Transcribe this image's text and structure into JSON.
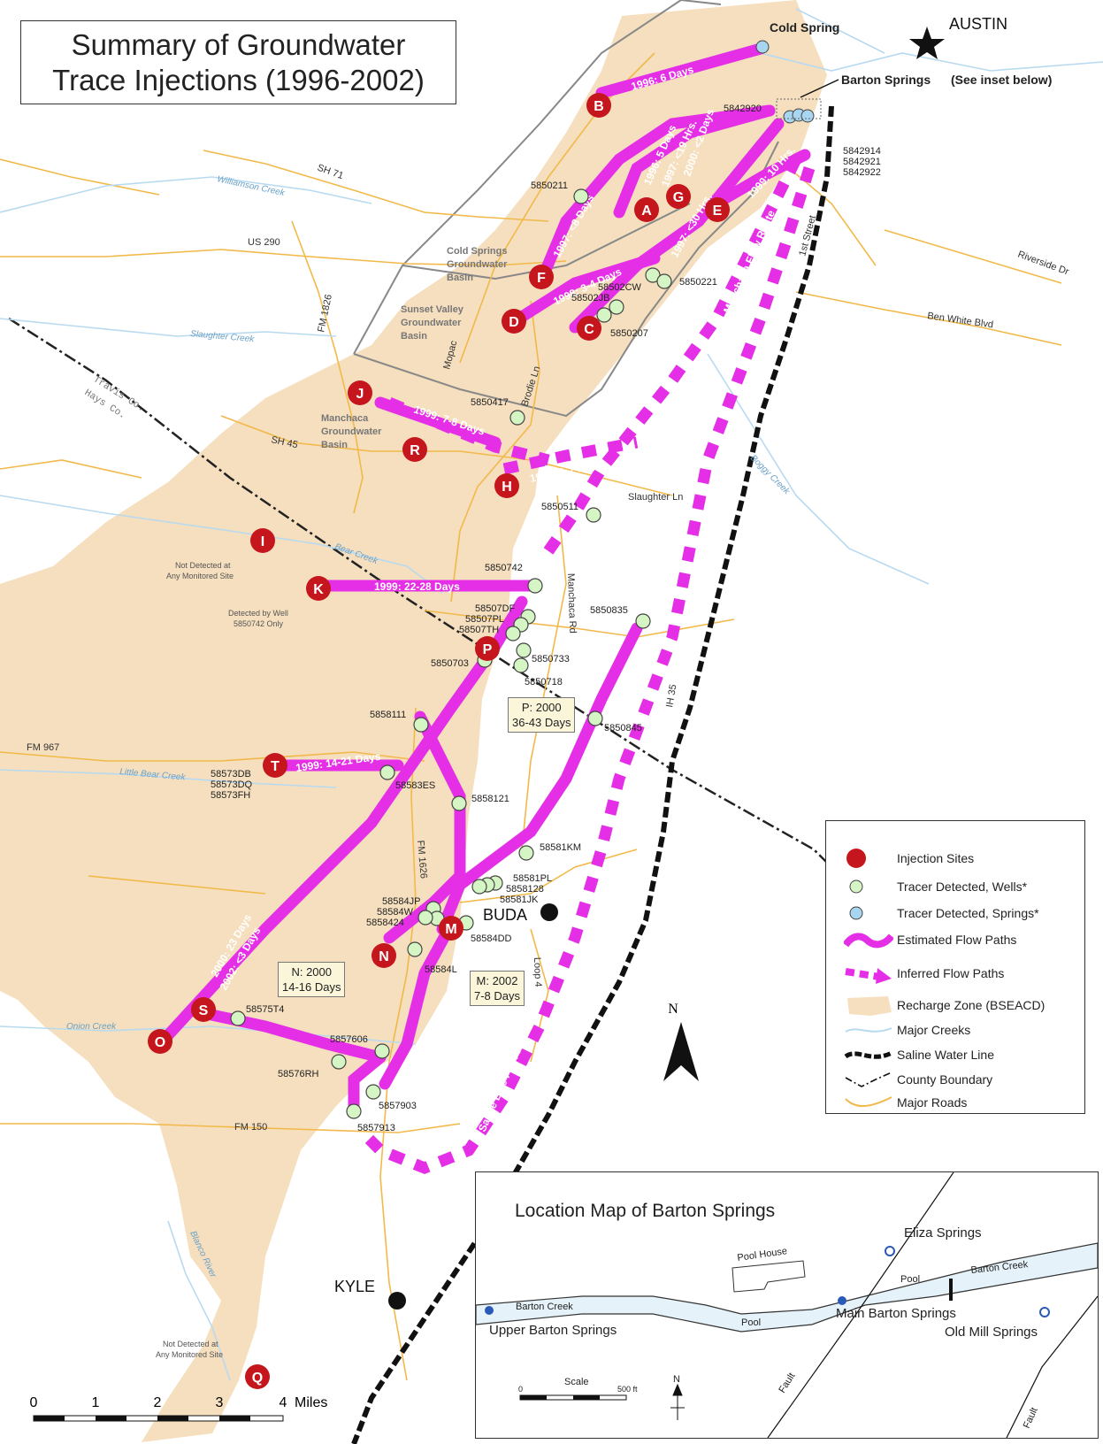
{
  "title": {
    "line1": "Summary of Groundwater",
    "line2": "Trace Injections (1996-2002)"
  },
  "places": {
    "austin": "AUSTIN",
    "cold_spring": "Cold Spring",
    "barton_springs": "Barton Springs",
    "barton_note": "(See inset below)",
    "buda": "BUDA",
    "kyle": "KYLE"
  },
  "basins": {
    "cold_springs": [
      "Cold Springs",
      "Groundwater",
      "Basin"
    ],
    "sunset_valley": [
      "Sunset Valley",
      "Groundwater",
      "Basin"
    ],
    "manchaca": [
      "Manchaca",
      "Groundwater",
      "Basin"
    ]
  },
  "roads": {
    "sh71": "SH 71",
    "us290": "US 290",
    "fm1826": "FM 1826",
    "mopac": "Mopac",
    "brodie": "Brodie Ln",
    "sh45": "SH 45",
    "slaughter": "Slaughter Ln",
    "manchaca_rd": "Manchaca Rd",
    "ih35": "IH 35",
    "first_st": "1st Street",
    "riverside": "Riverside Dr",
    "ben_white": "Ben White Blvd",
    "fm967": "FM 967",
    "fm1626": "FM 1626",
    "loop4": "Loop 4",
    "fm150": "FM 150"
  },
  "creeks": {
    "williamson": "Williamson Creek",
    "slaughter": "Slaughter Creek",
    "bear": "Bear Creek",
    "little_bear": "Little Bear Creek",
    "onion": "Onion Creek",
    "boggy": "Boggy Creek",
    "blanco": "Blanco River"
  },
  "county": {
    "travis": "Travis Co.",
    "hays": "Hays Co."
  },
  "sites": [
    {
      "id": "A",
      "color": "#c4161c"
    },
    {
      "id": "B"
    },
    {
      "id": "C"
    },
    {
      "id": "D"
    },
    {
      "id": "E"
    },
    {
      "id": "F"
    },
    {
      "id": "G"
    },
    {
      "id": "H"
    },
    {
      "id": "I"
    },
    {
      "id": "J"
    },
    {
      "id": "K"
    },
    {
      "id": "M"
    },
    {
      "id": "N"
    },
    {
      "id": "O"
    },
    {
      "id": "P"
    },
    {
      "id": "Q"
    },
    {
      "id": "R"
    },
    {
      "id": "S"
    },
    {
      "id": "T"
    }
  ],
  "site_notes": {
    "I": [
      "Not Detected at",
      "Any Monitored Site"
    ],
    "K": [
      "Detected by Well",
      "5850742 Only"
    ],
    "Q": [
      "Not Detected at",
      "Any Monitored Site"
    ]
  },
  "wells": [
    "5842920",
    "5842914",
    "5842921",
    "5842922",
    "5850211",
    "5850221",
    "58502CW",
    "58502JB",
    "5850207",
    "5850417",
    "5850511",
    "5850742",
    "58507DF",
    "58507PL",
    "58507TH",
    "5850703",
    "5850733",
    "5850718",
    "5850835",
    "5850845",
    "5858111",
    "58583ES",
    "5858121",
    "58581KM",
    "58581PL",
    "5858128",
    "58581JK",
    "58584JP",
    "58584W",
    "5858424",
    "58584DD",
    "58584L",
    "58573DB",
    "58573DQ",
    "58573FH",
    "58575T4",
    "5857606",
    "58576RH",
    "5857903",
    "5857913"
  ],
  "paths": {
    "B": "1996: 6 Days",
    "A": "1996: 5 Days",
    "A2": "1997: <19 Hrs.",
    "G": "2000: <2 Days",
    "F": "1997: <8 Days",
    "C": "1997: <30 Hrs.",
    "D": "1998: 3-4 Days",
    "E": "1999: 10 Hrs.",
    "J": "1999: 7-8 Days",
    "H": "1999: 1-2 Days",
    "K": "1999: 22-28 Days",
    "T": "1999: 14-21 Days",
    "O1": "2000: 23 Days",
    "O2": "2002: <3 Days",
    "manchaca_route": "Manchaca Flow Route",
    "saline_route": "Saline Line Flow Route"
  },
  "callouts": {
    "P": [
      "P: 2000",
      "36-43 Days"
    ],
    "N": [
      "N: 2000",
      "14-16 Days"
    ],
    "M": [
      "M: 2002",
      "7-8 Days"
    ]
  },
  "legend": {
    "items": [
      "Injection Sites",
      "Tracer Detected, Wells*",
      "Tracer Detected, Springs*",
      "Estimated Flow Paths",
      "Inferred Flow Paths",
      "Recharge Zone (BSEACD)",
      "Major Creeks",
      "Saline Water Line",
      "County Boundary",
      "Major Roads"
    ]
  },
  "scale": {
    "ticks": [
      "0",
      "1",
      "2",
      "3",
      "4"
    ],
    "unit": "Miles"
  },
  "north": "N",
  "inset": {
    "title": "Location Map of Barton Springs",
    "labels": {
      "pool_house": "Pool House",
      "eliza": "Eliza Springs",
      "pool1": "Pool",
      "pool2": "Pool",
      "barton_creek1": "Barton Creek",
      "barton_creek2": "Barton Creek",
      "upper": "Upper Barton Springs",
      "main": "Main Barton Springs",
      "old_mill": "Old Mill Springs",
      "fault1": "Fault",
      "fault2": "Fault"
    },
    "scale": {
      "label": "Scale",
      "start": "0",
      "end": "500 ft"
    },
    "north": "N"
  },
  "colors": {
    "recharge": "#f5dfbe",
    "flow": "#e52fe6",
    "site": "#c4161c",
    "well": "#d6f5c5",
    "spring": "#a8d6f0",
    "road": "#f2b94a",
    "creek": "#b8daf0"
  }
}
